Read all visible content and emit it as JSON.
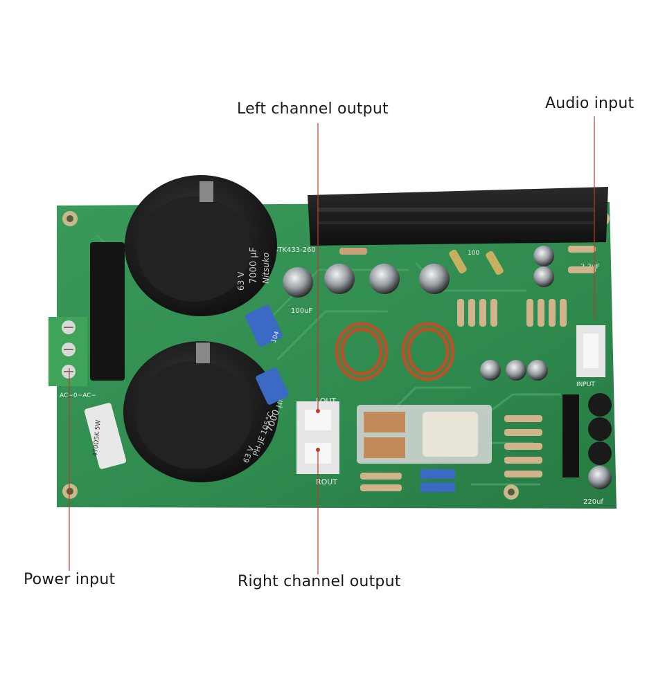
{
  "callouts": {
    "left_channel_output": "Left channel output",
    "audio_input": "Audio input",
    "power_input": "Power input",
    "right_channel_output": "Right channel output"
  },
  "board": {
    "chip_label": "STK433-260",
    "cap_top_value": "7000 μF",
    "cap_top_voltage": "63 V",
    "cap_top_brand": "Nitsuko",
    "cap_bottom_value": "7000 μF",
    "cap_bottom_series": "PH-JE 105°C",
    "cap_bottom_voltage": "63 V",
    "small_cap_label": "100uF",
    "film_cap_label": "104",
    "connector_power_label": "AC~0~AC~",
    "lout_label": "LOUT",
    "rout_label": "ROUT",
    "input_label": "INPUT",
    "cap_220_label": "220uf",
    "cap_22_label": "2.2uF",
    "resistor_label": "100",
    "power_resistor_label": "470Ω5K 5W",
    "colors": {
      "pcb": "#2f8a4e",
      "heatsink": "#1c1c1c",
      "callout_line": "#c0392b"
    }
  }
}
